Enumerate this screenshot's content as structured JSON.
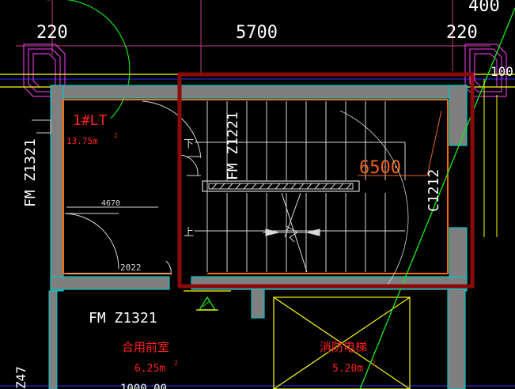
{
  "drawing": {
    "colors": {
      "background": "#000000",
      "wall": "#7f7f7f",
      "wall_outline": "#00c8c8",
      "room_outline": "#ff6a00",
      "selection": "#8b0a0a",
      "dimension_text": "#ffffff",
      "annotation_red": "#ff2020",
      "annotation_orange": "#e8651f",
      "stair_lines": "#d9d9d9",
      "magenta": "#ff40ff",
      "yellow": "#ffff00",
      "green": "#18e018",
      "grid_blue": "#3030ff",
      "label_white": "#ffffff"
    },
    "dimensions": {
      "left": "220",
      "center": "5700",
      "right": "220",
      "top_right_partial": "400",
      "right_edge_partial": "100",
      "inner_4670": "4670",
      "inner_2022": "2022"
    },
    "rooms": {
      "stair_room_name": "1#LT",
      "stair_room_area": "13.75m",
      "stair_room_area_sup": "2",
      "lobby_name": "合用前室",
      "lobby_area": "6.25m",
      "lobby_area_sup": "2",
      "elevator_name": "消防电梯",
      "elevator_area": "5.20m",
      "elevator_area_sup": "2"
    },
    "door_labels": {
      "left_door": "FM Z1321",
      "stair_door": "FM Z1221",
      "lobby_door": "FM Z1321",
      "right_door": "C1212",
      "bottom_left_partial": "Z47"
    },
    "stair": {
      "down_label": "下",
      "up_label": "上",
      "elevation_label": "6500"
    },
    "bottom_partial_text": "1000  00"
  }
}
